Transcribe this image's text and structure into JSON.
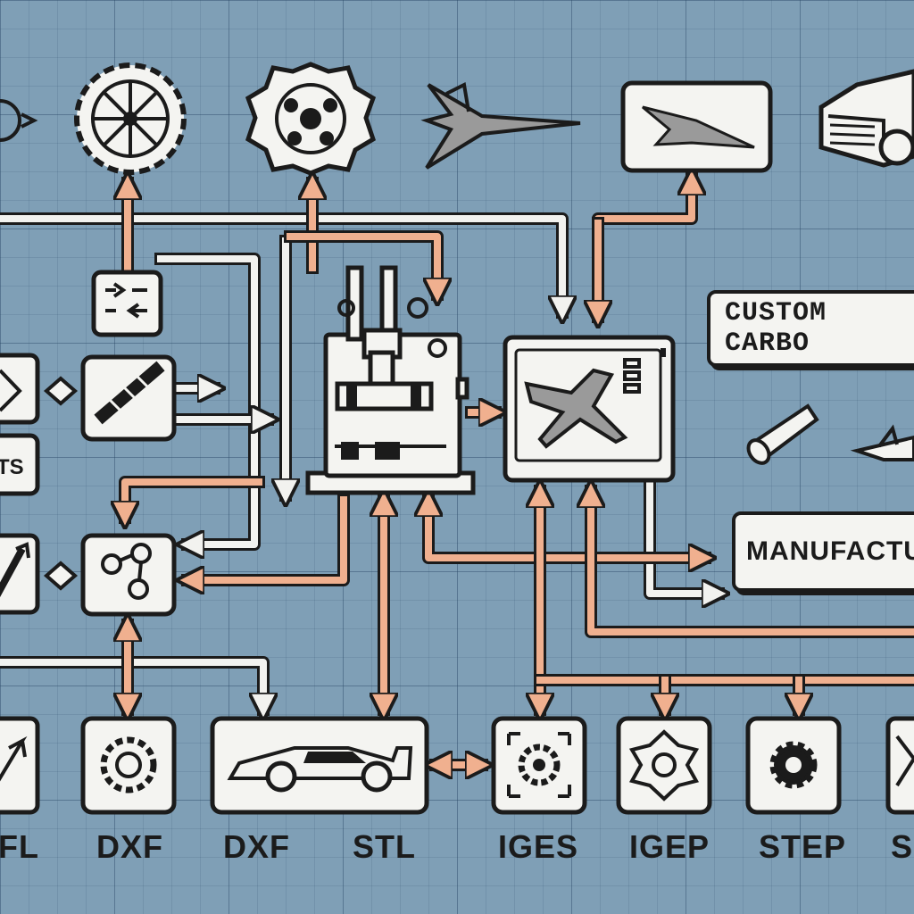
{
  "labels": {
    "custom_carbon": "CUSTOM CARBO",
    "manufacturing": "MANUFACTUR",
    "side_text": "TS"
  },
  "formats": [
    "FL",
    "DXF",
    "DXF",
    "STL",
    "IGES",
    "IGEP",
    "STEP",
    "S"
  ],
  "colors": {
    "background": "#7f9fb6",
    "box_fill": "#f4f4f1",
    "ink": "#1b1b1b",
    "arrow_orange": "#f0b08f",
    "arrow_white": "#f2f2ef"
  }
}
